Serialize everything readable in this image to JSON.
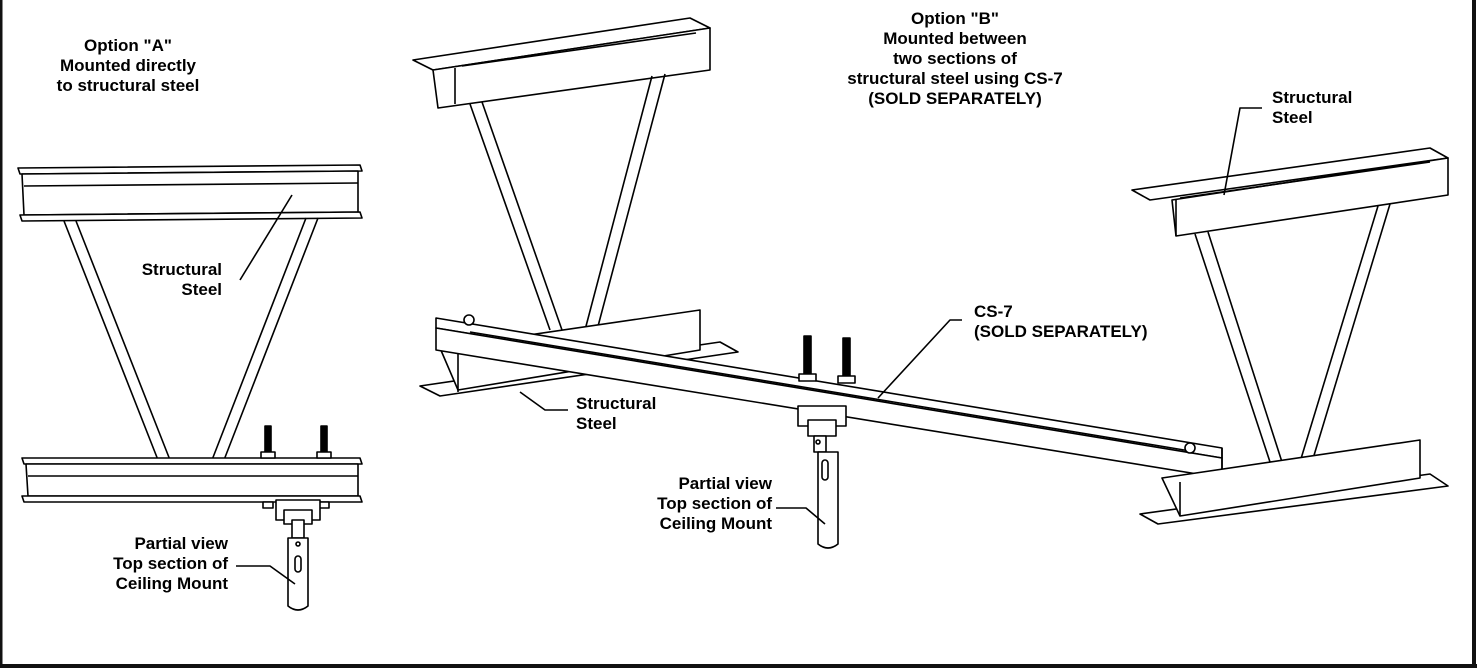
{
  "option_a": {
    "title": "Option \"A\"\nMounted directly\nto structural steel",
    "steel_label": "Structural\nSteel",
    "partial_label": "Partial view\nTop section of\nCeiling Mount"
  },
  "option_b": {
    "title": "Option \"B\"\nMounted between\ntwo sections of\nstructural steel using CS-7\n(SOLD SEPARATELY)",
    "steel_label_right": "Structural\nSteel",
    "steel_label_bottom": "Structural\nSteel",
    "cs7_label": "CS-7\n(SOLD SEPARATELY)",
    "partial_label": "Partial view\nTop section of\nCeiling Mount"
  },
  "colors": {
    "line": "#000000",
    "background": "#ffffff",
    "frame": "#111111"
  }
}
